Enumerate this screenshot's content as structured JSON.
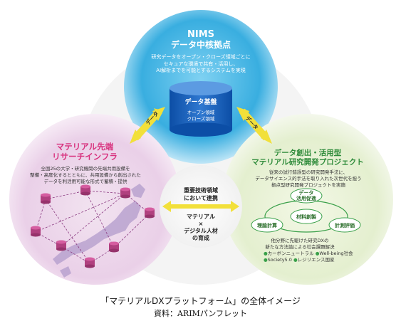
{
  "nims": {
    "title": "NIMS",
    "subtitle": "データ中核拠点",
    "description": "研究データをオープン・クローズ領域ごとに\nセキュアな環境で共有・活用し、\nAI解析までを可能とするシステムを実現"
  },
  "database": {
    "title": "データ基盤",
    "line1": "オープン領域",
    "line2": "クローズ領域"
  },
  "arrows": {
    "left_label": "データ",
    "right_label": "データ"
  },
  "left": {
    "title_line1": "マテリアル先端",
    "title_line2": "リサーチインフラ",
    "description": "全国25の大学・研究機関の先端共用設備を\n整備・高度化するとともに、共用設備から創出された\nデータを利活用可能な形式で蓄積・提供"
  },
  "center": {
    "line1": "重要技術領域\nにおいて連携",
    "line2": "マテリアル\n×\nデジタル人材\nの育成"
  },
  "right": {
    "title_line1": "データ創出・活用型",
    "title_line2": "マテリアル研究開発プロジェクト",
    "description": "従来の試行錯誤型の研究開発手法に、\nデータサイエンス的手法を取り入れた次世代を担う\n拠点型研究開発プロジェクトを実施",
    "nodes": {
      "top": "データ\n活用促進",
      "center": "材料創製",
      "left": "理論計算",
      "right": "計測評価"
    },
    "dx_description": "他分野に先駆けた研究DXの\n新たな方法論による社会課題解決",
    "dx_items": [
      "カーボンニュートラル",
      "Well-being社会",
      "Society5.0",
      "レジリエンス国家"
    ]
  },
  "caption": {
    "title": "「マテリアルDXプラットフォーム」の全体イメージ",
    "source": "資料：ARIMパンフレット"
  },
  "colors": {
    "nims_blue": "#2aa3d8",
    "left_pink": "#d8327e",
    "right_green": "#2e8b3a",
    "arrow_yellow": "#f2e03a"
  }
}
